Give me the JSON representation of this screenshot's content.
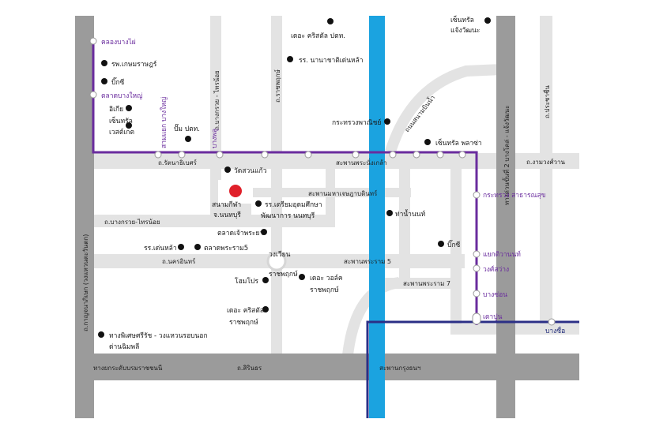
{
  "colors": {
    "major_road": "#9b9b9b",
    "minor_road": "#e3e3e3",
    "river": "#1ba3e0",
    "purple_line": "#6a2c9e",
    "blue_line": "#2b2f86",
    "target": "#e0202a",
    "poi": "#111111"
  },
  "roads": {
    "ratanathibet": "ถ.รัตนาธิเบศร์",
    "phra_nang_klao_bridge": "สะพานพระนั่งเกล้า",
    "ngamwongwan": "ถ.งามวงศ์วาน",
    "maha_chetsadabodin_bridge": "สะพานมหาเจษฎาบดินทร์",
    "bangkruai_sainoi_h": "ถ.บางกรวย-ไทรน้อย",
    "bangkruai_sainoi_v": "ถ.บางกรวย - ไทรน้อย",
    "nakhon_in": "ถ.นครอินทร์",
    "rama5_bridge": "สะพานพระราม 5",
    "rama7_bridge": "สะพานพระราม 7",
    "ratchapruek_v": "ถ.ราชพฤกษ์",
    "kanchana_v": "ถ.กาญจนาภิเษก (วงแหวนตะวันตก)",
    "expressway_v": "ทางด่วนขั้นที่ 2 บางโคล่ - แจ้งวัฒนะ",
    "prachachuen_v": "ถ.ประชาชื่น",
    "borommaratchachonnani": "ทางยกระดับบรมราชชนนี",
    "sirindhorn": "ถ.สิรินธร",
    "krung_thon_bridge": "สะพานกรุงธนฯ",
    "sanambinnam": "ถนนสนามบินน้ำ"
  },
  "purple_stations": {
    "khlong_bang_phai": "คลองบางไผ่",
    "talad_bang_yai": "ตลาดบางใหญ่",
    "sam_yaek_bang_yai": "สามแยก บางใหญ่",
    "bang_phlu": "บางพลู",
    "krasuang_satharanasuk": "กระทรวง สาธารณสุข",
    "yaek_tiwanon": "แยกติวานนท์",
    "wong_sawang": "วงศ์สว่าง",
    "bang_son": "บางซ่อน",
    "tao_poon": "เตาปูน"
  },
  "blue_station": "บางซื่อ",
  "pois": [
    {
      "label": "เซ็นทรัล"
    },
    {
      "label": "แจ้งวัฒนะ"
    },
    {
      "label": "เดอะ คริสตัล ปตท."
    },
    {
      "label": "รร. นานาชาติเด่นหล้า"
    },
    {
      "label": "รพ.เกษมราษฎร์"
    },
    {
      "label": "บิ๊กซี"
    },
    {
      "label": "อิเกีย"
    },
    {
      "label": "เซ็นทรัล"
    },
    {
      "label": "เวสต์เกต"
    },
    {
      "label": "ปั๊ม ปตท."
    },
    {
      "label": "กระทรวงพาณิชย์"
    },
    {
      "label": "เซ็นทรัล พลาซ่า"
    },
    {
      "label": "วัดสวนแก้ว"
    },
    {
      "label": "รร.เตรียมอุดมศึกษา"
    },
    {
      "label": "พัฒนาการ นนทบุรี"
    },
    {
      "label": "ท่าน้ำนนท์"
    },
    {
      "label": "ตลาดเจ้าพระยา"
    },
    {
      "label": "รร.เด่นหล้า"
    },
    {
      "label": "ตลาดพระราม5"
    },
    {
      "label": "บิ๊กซี"
    },
    {
      "label": "โฮมโปร"
    },
    {
      "label": "เดอะ วอล์ค"
    },
    {
      "label": "ราชพฤกษ์"
    },
    {
      "label": "เดอะ คริสตัล"
    },
    {
      "label": "ราชพฤกษ์"
    },
    {
      "label": "ทางพิเศษศรีรัช - วงแหวนรอบนอก"
    },
    {
      "label": "ด่านฉิมพลี"
    }
  ],
  "target": {
    "line1": "สนามกีฬา",
    "line2": "จ.นนทบุรี"
  },
  "circle_label": {
    "line1": "วงเวียน",
    "line2": "ราชพฤกษ์"
  }
}
